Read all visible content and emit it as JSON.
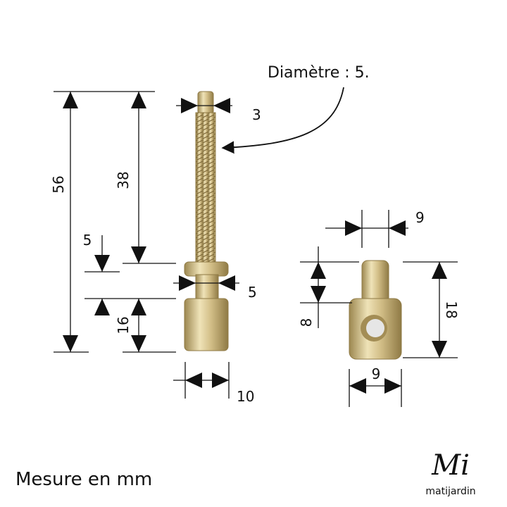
{
  "callout": {
    "label": "Diamètre : 5."
  },
  "dimensions": {
    "total_length": "56",
    "thread_length": "38",
    "tip_diameter": "3",
    "collar_height": "5",
    "neck_diameter": "5",
    "base_height": "16",
    "base_diameter": "10",
    "nut_pin_diameter": "9",
    "nut_pin_height": "8",
    "nut_total_height": "18",
    "nut_body_diameter": "9"
  },
  "caption": "Mesure en mm",
  "brand": {
    "name": "matijardin",
    "logo_letters": "Mi"
  },
  "colors": {
    "metal_light": "#efe3b8",
    "metal_mid": "#c9b27a",
    "metal_dark": "#8f7a45",
    "ink": "#111111"
  }
}
